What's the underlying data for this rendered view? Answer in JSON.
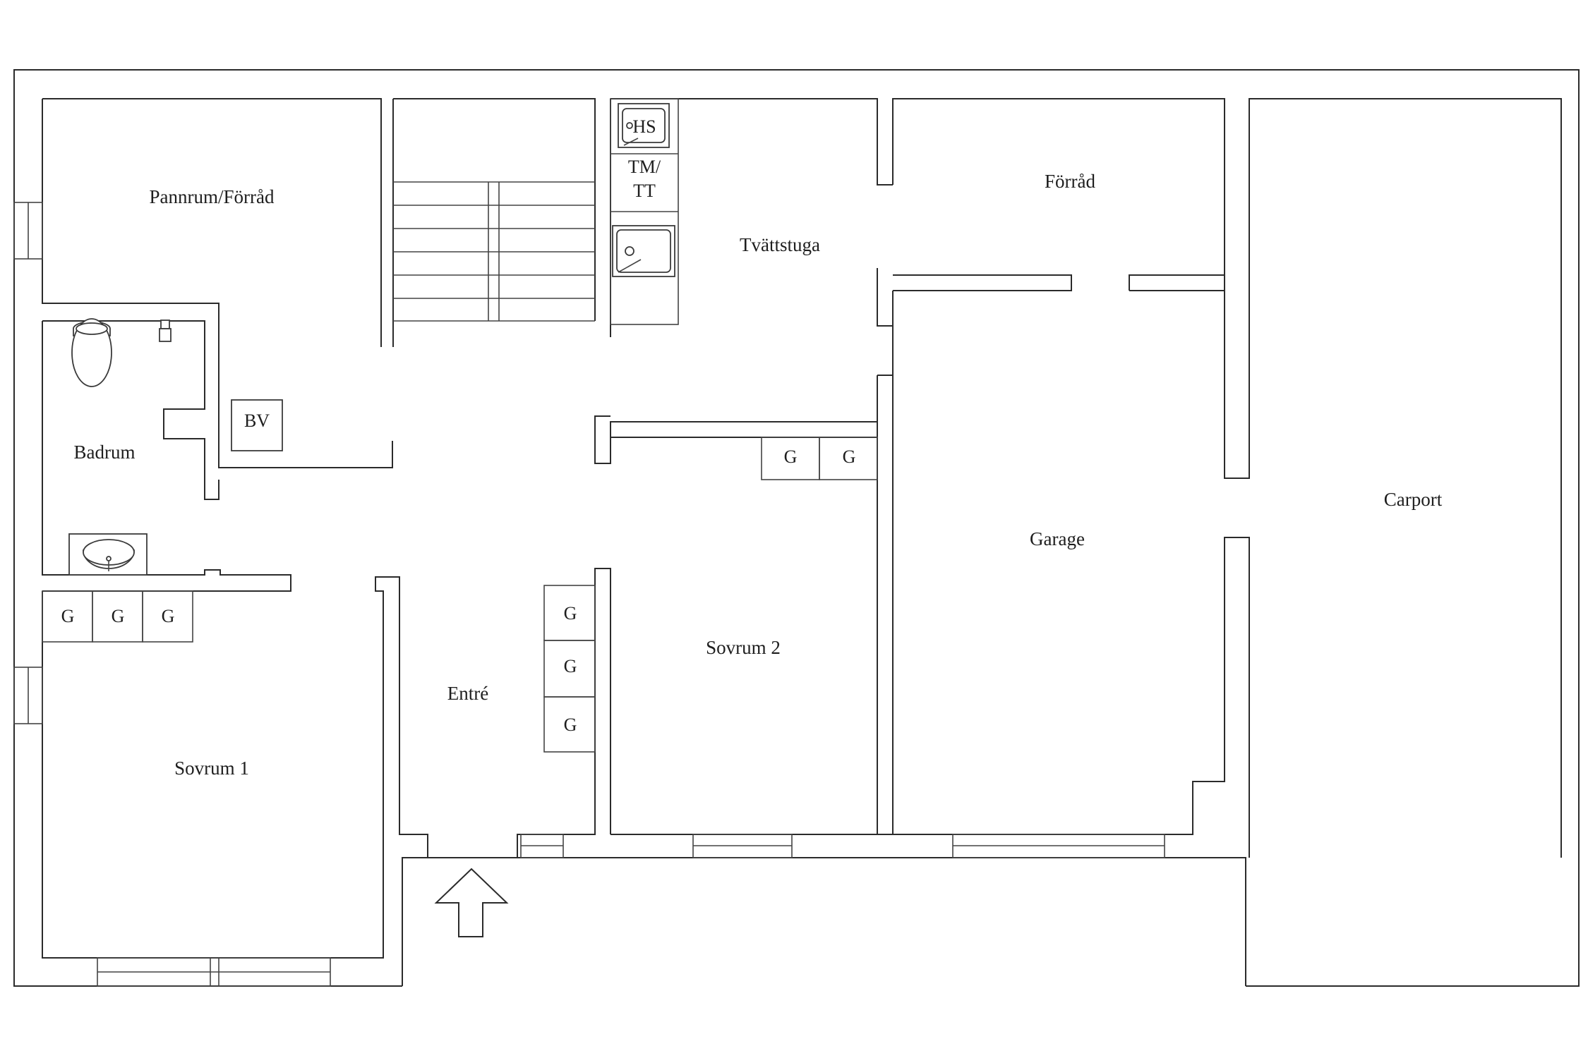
{
  "rooms": {
    "pannrum": "Pannrum/Förråd",
    "tvattstuga": "Tvättstuga",
    "forrad": "Förråd",
    "badrum": "Badrum",
    "carport": "Carport",
    "garage": "Garage",
    "entre": "Entré",
    "sovrum2": "Sovrum 2",
    "sovrum1": "Sovrum 1"
  },
  "fixtures": {
    "hs": "HS",
    "tm_line1": "TM/",
    "tm_line2": "TT",
    "bv": "BV",
    "wardrobe": "G"
  },
  "colors": {
    "line": "#2b2b2b",
    "background": "#ffffff"
  }
}
